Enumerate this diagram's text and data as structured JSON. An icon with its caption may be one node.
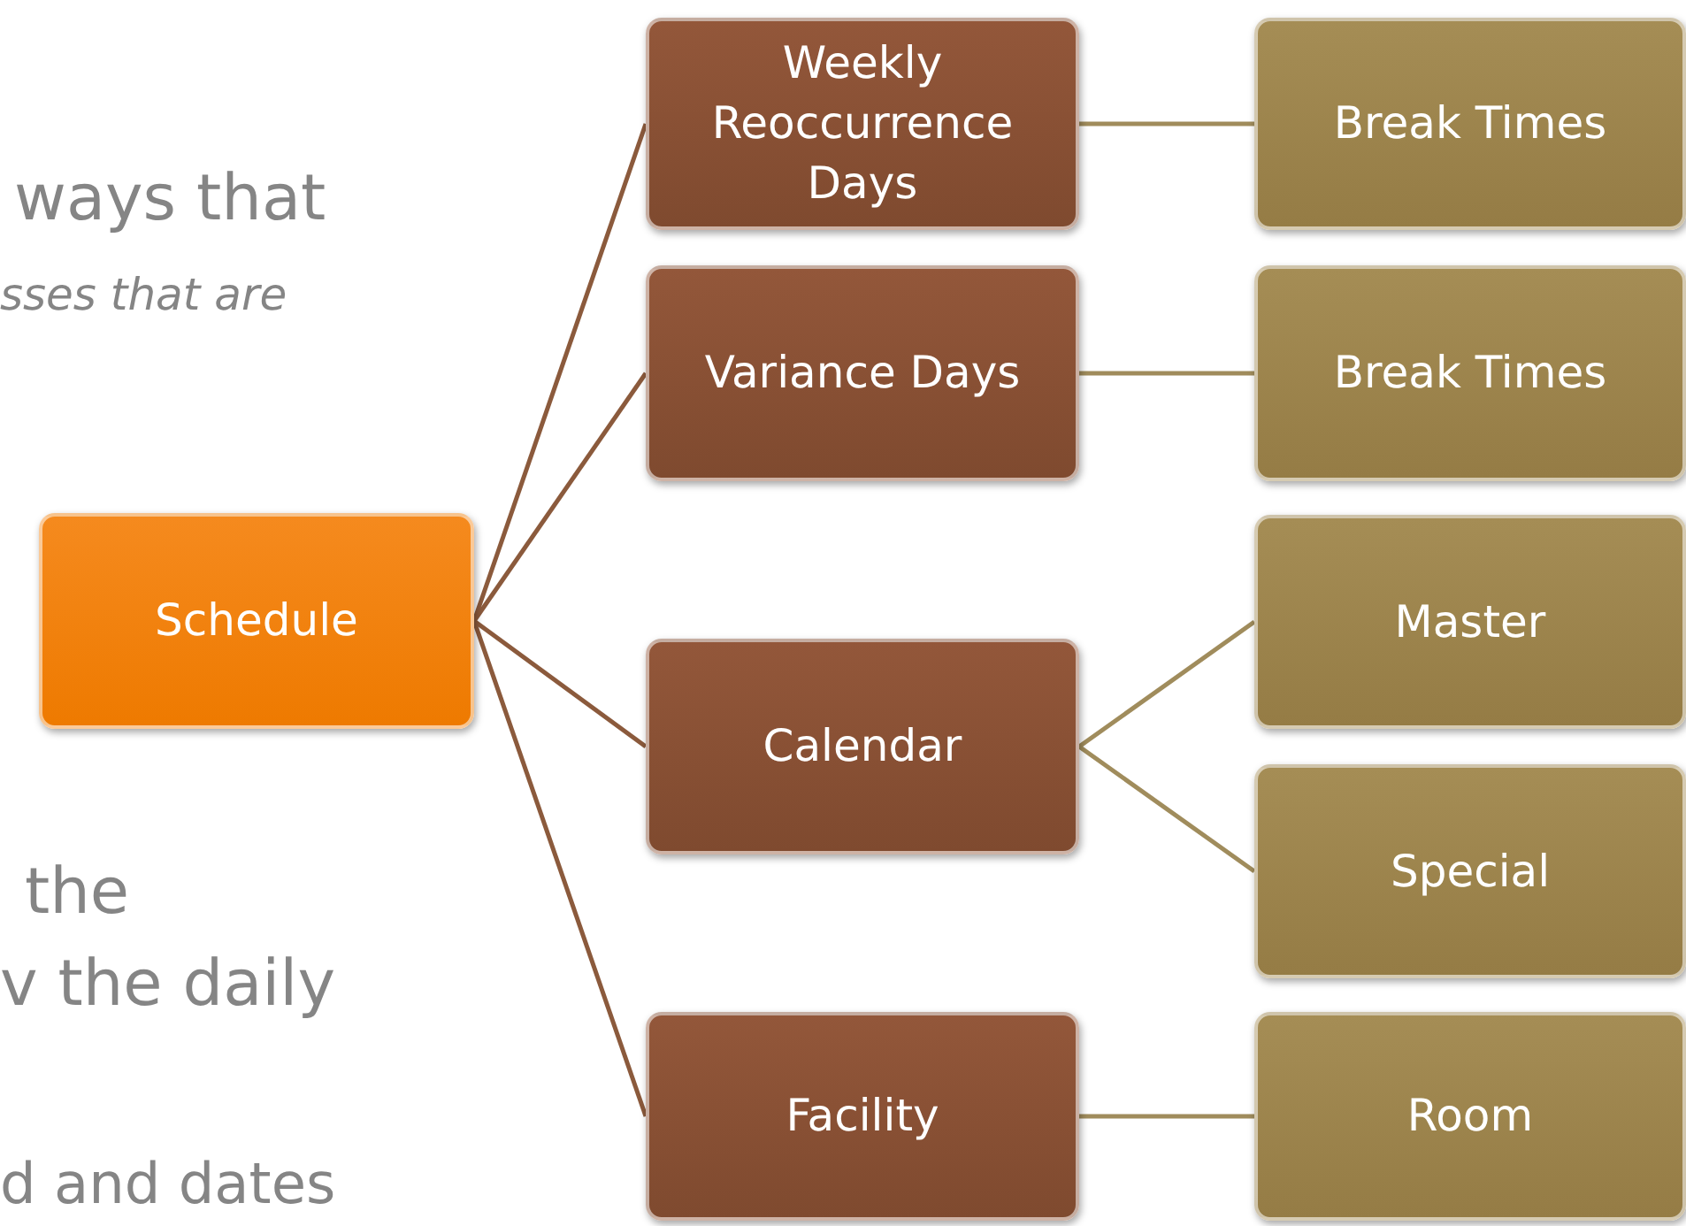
{
  "diagram": {
    "nodes": [
      {
        "text": [
          "Schedule"
        ]
      },
      {
        "text": [
          "Weekly Reoccurrence Days"
        ]
      },
      {
        "text": [
          "Variance Days"
        ]
      },
      {
        "text": [
          "Calendar"
        ]
      },
      {
        "text": [
          "Facility"
        ]
      },
      {
        "text": [
          "Break Times"
        ]
      },
      {
        "text": [
          "Break Times"
        ]
      },
      {
        "text": [
          "Master"
        ]
      },
      {
        "text": [
          "Special"
        ]
      },
      {
        "text": [
          "Room"
        ]
      }
    ],
    "edges": [
      {
        "from": 0,
        "to": 1,
        "arrow": "none",
        "color": "#8b5a3c"
      },
      {
        "from": 0,
        "to": 2,
        "arrow": "none",
        "color": "#8b5a3c"
      },
      {
        "from": 0,
        "to": 3,
        "arrow": "none",
        "color": "#8b5a3c"
      },
      {
        "from": 0,
        "to": 4,
        "arrow": "none",
        "color": "#8b5a3c"
      },
      {
        "from": 1,
        "to": 5,
        "arrow": "none"
      },
      {
        "from": 2,
        "to": 6,
        "arrow": "none"
      },
      {
        "from": 3,
        "to": 7,
        "arrow": "none"
      },
      {
        "from": 3,
        "to": 8,
        "arrow": "none"
      },
      {
        "from": 4,
        "to": 9,
        "arrow": "none"
      }
    ],
    "labels": [
      "ways that",
      "sses that are",
      "the",
      "v the daily",
      "d and dates"
    ]
  }
}
